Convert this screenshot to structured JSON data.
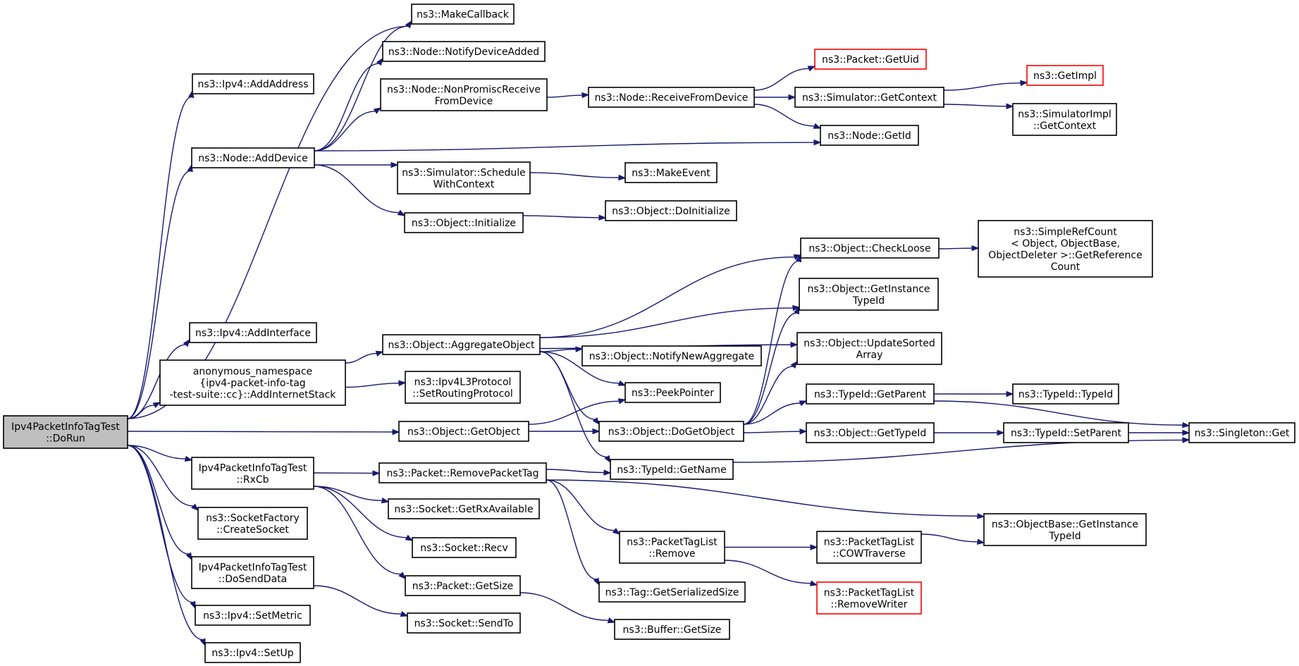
{
  "colors": {
    "edge": "#191970",
    "normal_border": "#000000",
    "missing_border": "#ff0000",
    "root_fill": "#bfbfbf"
  },
  "nodes": {
    "root": "Ipv4PacketInfoTagTest\n::DoRun",
    "makecallback": "ns3::MakeCallback",
    "notifydeviceadded": "ns3::Node::NotifyDeviceAdded",
    "nonpromisc": "ns3::Node::NonPromiscReceive\nFromDevice",
    "receivefromdevice": "ns3::Node::ReceiveFromDevice",
    "getuid": "ns3::Packet::GetUid",
    "simgetcontext": "ns3::Simulator::GetContext",
    "getimpl": "ns3::GetImpl",
    "simimplgetcontext": "ns3::SimulatorImpl\n::GetContext",
    "nodegetid": "ns3::Node::GetId",
    "ipv4addaddress": "ns3::Ipv4::AddAddress",
    "nodeadddevice": "ns3::Node::AddDevice",
    "schedulewithcontext": "ns3::Simulator::Schedule\nWithContext",
    "makeevent": "ns3::MakeEvent",
    "objinitialize": "ns3::Object::Initialize",
    "objdoinitialize": "ns3::Object::DoInitialize",
    "checkloose": "ns3::Object::CheckLoose",
    "simplerefcount": "ns3::SimpleRefCount\n< Object, ObjectBase,\nObjectDeleter >::GetReference\nCount",
    "getinstancetypeid": "ns3::Object::GetInstance\nTypeId",
    "updatesorted": "ns3::Object::UpdateSorted\nArray",
    "ipv4addinterface": "ns3::Ipv4::AddInterface",
    "aggregateobject": "ns3::Object::AggregateObject",
    "notifynewaggregate": "ns3::Object::NotifyNewAggregate",
    "addinternetstack": "anonymous_namespace\n{ipv4-packet-info-tag\n-test-suite::cc}::AddInternetStack",
    "setroutingprotocol": "ns3::Ipv4L3Protocol\n::SetRoutingProtocol",
    "peekpointer": "ns3::PeekPointer",
    "typeidgetparent": "ns3::TypeId::GetParent",
    "typeidtypeid": "ns3::TypeId::TypeId",
    "getobject": "ns3::Object::GetObject",
    "dogetobject": "ns3::Object::DoGetObject",
    "objgettypeid": "ns3::Object::GetTypeId",
    "typeidsetparent": "ns3::TypeId::SetParent",
    "singletonget": "ns3::Singleton::Get",
    "rxcb": "Ipv4PacketInfoTagTest\n::RxCb",
    "removepackettag": "ns3::Packet::RemovePacketTag",
    "typeidgetname": "ns3::TypeId::GetName",
    "getrxavailable": "ns3::Socket::GetRxAvailable",
    "objectbasegetinstancetypeid": "ns3::ObjectBase::GetInstance\nTypeId",
    "createsocket": "ns3::SocketFactory\n::CreateSocket",
    "socketrecv": "ns3::Socket::Recv",
    "ptlremove": "ns3::PacketTagList\n::Remove",
    "ptlcowtraverse": "ns3::PacketTagList\n::COWTraverse",
    "dosenddata": "Ipv4PacketInfoTagTest\n::DoSendData",
    "packetgetsize": "ns3::Packet::GetSize",
    "taggetserializedsize": "ns3::Tag::GetSerializedSize",
    "ptlremovewriter": "ns3::PacketTagList\n::RemoveWriter",
    "ipv4setmetric": "ns3::Ipv4::SetMetric",
    "socketsendto": "ns3::Socket::SendTo",
    "buffergetsize": "ns3::Buffer::GetSize",
    "ipv4setup": "ns3::Ipv4::SetUp"
  }
}
